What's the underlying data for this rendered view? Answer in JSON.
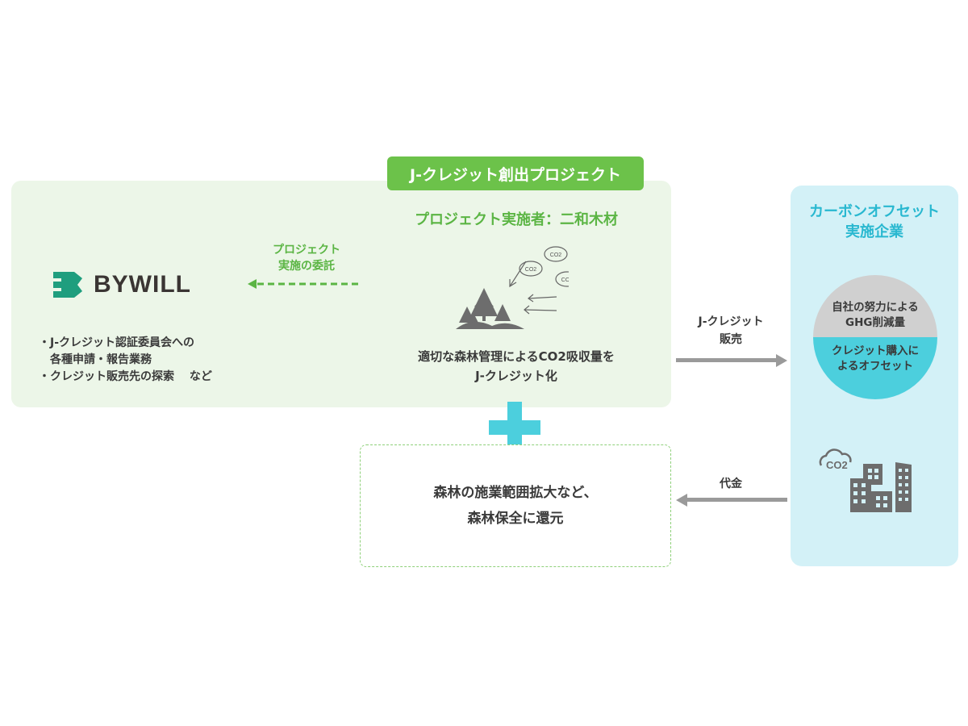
{
  "project": {
    "title": "J-クレジット創出プロジェクト",
    "implementer": "プロジェクト実施者：二和木材",
    "description": [
      "適切な森林管理によるCO2吸収量を",
      "J-クレジット化"
    ],
    "co2_label": "CO2"
  },
  "bywill": {
    "logo_text": "BYWILL",
    "delegation": [
      "プロジェクト",
      "実施の委託"
    ],
    "bullets": [
      "・J-クレジット認証委員会への",
      "　各種申請・報告業務",
      "・クレジット販売先の探索　 など"
    ]
  },
  "return_box": {
    "lines": [
      "森林の施業範囲拡大など、",
      "森林保全に還元"
    ]
  },
  "offset_company": {
    "title": [
      "カーボンオフセット",
      "実施企業"
    ],
    "circle_top": [
      "自社の努力による",
      "GHG削減量"
    ],
    "circle_bottom": [
      "クレジット購入に",
      "よるオフセット"
    ],
    "co2_label": "CO2"
  },
  "arrows": {
    "sale": [
      "J-クレジット",
      "販売"
    ],
    "payment": "代金"
  },
  "colors": {
    "green": "#6cc24a",
    "cyan": "#4ccfdd",
    "panel_green": "#ecf6e8",
    "panel_blue": "#d3f1f7"
  }
}
